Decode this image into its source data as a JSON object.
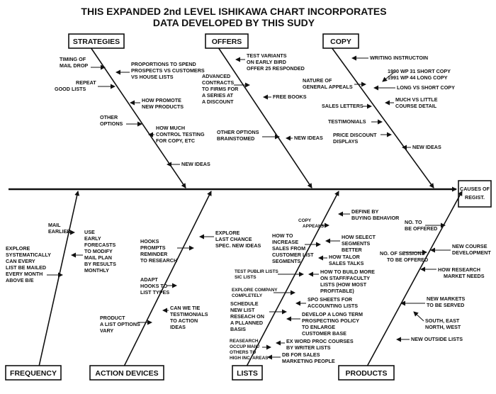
{
  "title": {
    "line1": "THIS EXPANDED 2nd LEVEL ISHIKAWA CHART INCORPORATES",
    "line2": "DATA DEVELOPED BY THIS SUDY"
  },
  "effect": {
    "line1": "CAUSES OF",
    "line2": "REGIST."
  },
  "categories": {
    "strategies": "STRATEGIES",
    "offers": "OFFERS",
    "copy": "COPY",
    "frequency": "FREQUENCY",
    "action_devices": "ACTION DEVICES",
    "lists": "LISTS",
    "products": "PRODUCTS"
  },
  "strategies": {
    "timing": [
      "TIMING OF",
      "MAIL DROP"
    ],
    "proportions": [
      "PROPORTIONS TO SPEND",
      "PROSPECTS VS CUSTOMERS",
      "VS HOUSE LISTS"
    ],
    "repeat": [
      "REPEAT",
      "GOOD LISTS"
    ],
    "promote": [
      "HOW PROMOTE",
      "NEW PRODUCTS"
    ],
    "other": [
      "OTHER",
      "OPTIONS"
    ],
    "control": [
      "HOW MUCH",
      "CONTROL TESTING",
      "FOR COPY, ETC"
    ],
    "new_ideas": [
      "NEW IDEAS"
    ]
  },
  "offers": {
    "test_variants": [
      "TEST VARIANTS",
      "ON EARLY BIRD",
      "OFFER 25 RESPONDED"
    ],
    "advanced": [
      "ADVANCED",
      "CONTRACTS",
      "TO FIRMS FOR",
      "A SERIES AT",
      "A DISCOUNT"
    ],
    "free_books": [
      "FREE BOOKS"
    ],
    "other": [
      "OTHER OPTIONS",
      "BRAINSTOMED"
    ],
    "new_ideas": [
      "NEW IDEAS"
    ]
  },
  "copy": {
    "writing": [
      "WRITING INSTRUCTOIN"
    ],
    "nature": [
      "NATURE OF",
      "GENERAL APPEALS"
    ],
    "wp": [
      "1990 WP 31 SHORT COPY",
      "1991 WP 44 LONG COPY"
    ],
    "long_short": [
      "LONG VS SHORT COPY"
    ],
    "much_little": [
      "MUCH VS LITTLE",
      "COURSE DETAIL"
    ],
    "sales_letters": [
      "SALES LETTERS"
    ],
    "testimonials": [
      "TESTIMONIALS"
    ],
    "price": [
      "PRICE DISCOUNT",
      "DISPLAYS"
    ],
    "new_ideas": [
      "NEW IDEAS"
    ]
  },
  "frequency": {
    "mail_earlier": [
      "MAIL",
      "EARLIER"
    ],
    "use": [
      "USE",
      "EARLY",
      "FORECASTS",
      "TO MODIFY",
      "MAIL PLAN",
      "BY RESULTS",
      "MONTHLY"
    ],
    "explore": [
      "EXPLORE",
      "SYSTEMATICALLY",
      "CAN EVERY",
      "LIST BE MAILED",
      "EVERY MONTH",
      "ABOVE B/E"
    ]
  },
  "action_devices": {
    "explore": [
      "EXPLORE",
      "LAST CHANCE",
      "SPEC. NEW IDEAS"
    ],
    "hooks": [
      "HOOKS",
      "PROMPTS",
      "REMINDER",
      "TO RESEARCH"
    ],
    "adapt": [
      "ADAPT",
      "HOOKS TO",
      "LIST TYPES"
    ],
    "tie": [
      "CAN WE TIE",
      "TESTIMONIALS",
      "TO ACTION",
      "IDEAS"
    ],
    "product": [
      "PRODUCT",
      "A LIST OPTIONS",
      "VARY"
    ]
  },
  "lists": {
    "copy_appeals": [
      "COPY",
      "APPEALS"
    ],
    "define": [
      "DEFINE BY",
      "BUYING BEHAVIOR"
    ],
    "increase": [
      "HOW TO",
      "INCREASE",
      "SALES FROM",
      "CUSTOMER LIST",
      "SEGMENTS"
    ],
    "select": [
      "HOW SELECT",
      "SEGMENTS",
      "BETTER"
    ],
    "talor": [
      "HOW TALOR",
      "SALES TALKS"
    ],
    "test_public": [
      "TEST PUBLIR LISTS",
      "SIC LISTS"
    ],
    "build": [
      "HOW TO BUILD MORE",
      "ON STAFF/FACULTY",
      "LISTS (HOW MOST",
      "PROFITABLE)"
    ],
    "explore_company": [
      "EXPLORE COMPANY",
      "COMPLETELY"
    ],
    "schedule": [
      "SCHEDULE",
      "NEW LIST",
      "RESEACH ON",
      "A PLLANNED",
      "BASIS"
    ],
    "spo": [
      "SPO SHEETS FOR",
      "ACCOUNTING LISTS"
    ],
    "develop": [
      "DEVELOP A LONG TERM",
      "PROSPECTING POLICY",
      "TO ENLARGE",
      "CUSTOMER BASE"
    ],
    "reasearch": [
      "REASEARCH",
      "OCCUP MAIL/",
      "OTHERS TO",
      "HIGH INC. AREAS"
    ],
    "ex_word": [
      "EX WORD PROC COURSES",
      "BY WRITER LISTS"
    ],
    "db": [
      "DB FOR SALES",
      "MARKETING PEOPLE"
    ]
  },
  "products": {
    "number": [
      "NO. TO",
      "BE OFFERED"
    ],
    "course": [
      "NEW COURSE",
      "DEVELOPMENT"
    ],
    "sessions": [
      "NO. OF SESSIONS",
      "TO BE OFFERED"
    ],
    "research": [
      "HOW RESEARCH",
      "MARKET NEEDS"
    ],
    "markets": [
      "NEW MARKETS",
      "TO BE SERVED"
    ],
    "south": [
      "SOUTH, EAST",
      "NORTH, WEST"
    ],
    "outside": [
      "NEW OUTSIDE LISTS"
    ]
  }
}
